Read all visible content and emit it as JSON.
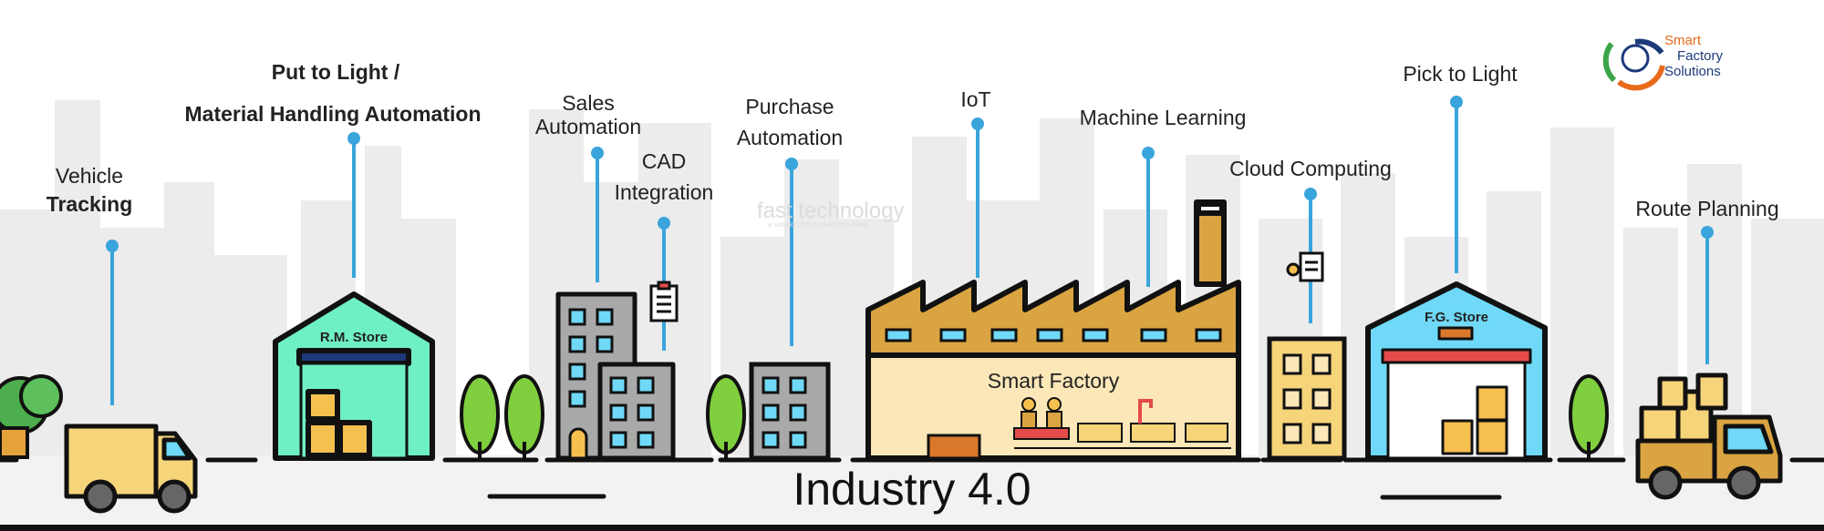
{
  "title": "Industry 4.0",
  "labels": {
    "vehicle_tracking_1": "Vehicle",
    "vehicle_tracking_2": "Tracking",
    "put_to_light_1": "Put to Light /",
    "put_to_light_2": "Material Handling Automation",
    "sales_automation_1": "Sales",
    "sales_automation_2": "Automation",
    "cad_integration_1": "CAD",
    "cad_integration_2": "Integration",
    "purchase_automation_1": "Purchase",
    "purchase_automation_2": "Automation",
    "iot": "IoT",
    "machine_learning": "Machine Learning",
    "cloud_computing": "Cloud Computing",
    "pick_to_light": "Pick to Light",
    "route_planning": "Route Planning"
  },
  "buildings": {
    "rm_store": "R.M. Store",
    "smart_factory": "Smart Factory",
    "fg_store": "F.G. Store"
  },
  "logo": {
    "line1": "Smart",
    "line2": "Factory",
    "line3": "Solutions"
  },
  "watermark": {
    "name": "fast technology",
    "sub": "a solution for modern business"
  },
  "colors": {
    "pin": "#3aa5dc",
    "green_store": "#6ff0c2",
    "factory_ochre": "#d9a441",
    "factory_cream": "#fbe7b8",
    "blue_store": "#6fd9f7",
    "yellow_bldg": "#f6d47a",
    "logo_orange": "#e86a1a",
    "logo_navy": "#1c3a7a",
    "logo_green": "#3aa548"
  }
}
